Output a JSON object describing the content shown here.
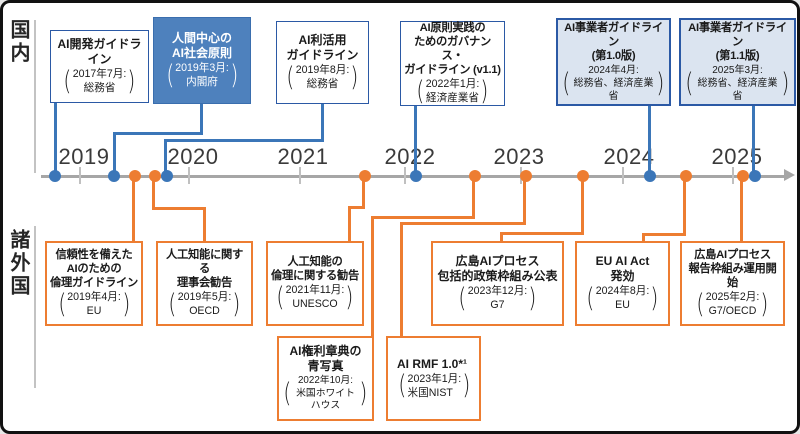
{
  "left_labels": {
    "domestic": "国内",
    "foreign": "諸外国"
  },
  "timeline": {
    "years": [
      "2019",
      "2020",
      "2021",
      "2022",
      "2023",
      "2024",
      "2025"
    ]
  },
  "colors": {
    "blue_line": "#3b76b8",
    "blue_box_border": "#2b59a5",
    "dark_blue_fill": "#4e81bd",
    "light_blue_fill": "#dbe4f0",
    "orange": "#ed7d31",
    "axis_gray": "#a6a6a6"
  },
  "domestic_events": [
    {
      "title": "AI開発ガイドライン",
      "date": "2017年7月:",
      "org": "総務省"
    },
    {
      "title": "人間中心の\nAI社会原則",
      "date": "2019年3月:",
      "org": "内閣府"
    },
    {
      "title": "AI利活用\nガイドライン",
      "date": "2019年8月:",
      "org": "総務省"
    },
    {
      "title": "AI原則実践の\nためのガバナンス・\nガイドライン (v1.1)",
      "date": "2022年1月:",
      "org": "経済産業省"
    },
    {
      "title": "AI事業者ガイドライン\n(第1.0版)",
      "date": "2024年4月:",
      "org": "総務省、経済産業省"
    },
    {
      "title": "AI事業者ガイドライン\n(第1.1版)",
      "date": "2025年3月:",
      "org": "総務省、経済産業省"
    }
  ],
  "foreign_events": [
    {
      "title": "信頼性を備えた\nAIのための\n倫理ガイドライン",
      "date": "2019年4月:",
      "org": "EU"
    },
    {
      "title": "人工知能に関する\n理事会勧告",
      "date": "2019年5月:",
      "org": "OECD"
    },
    {
      "title": "人工知能の\n倫理に関する勧告",
      "date": "2021年11月:",
      "org": "UNESCO"
    },
    {
      "title": "AI権利章典の\n青写真",
      "date": "2022年10月:",
      "org": "米国ホワイトハウス"
    },
    {
      "title": "AI RMF 1.0*¹",
      "date": "2023年1月:",
      "org": "米国NIST"
    },
    {
      "title": "広島AIプロセス\n包括的政策枠組み公表",
      "date": "2023年12月:",
      "org": "G7"
    },
    {
      "title": "EU AI Act\n発効",
      "date": "2024年8月:",
      "org": "EU"
    },
    {
      "title": "広島AIプロセス\n報告枠組み運用開始",
      "date": "2025年2月:",
      "org": "G7/OECD"
    }
  ]
}
